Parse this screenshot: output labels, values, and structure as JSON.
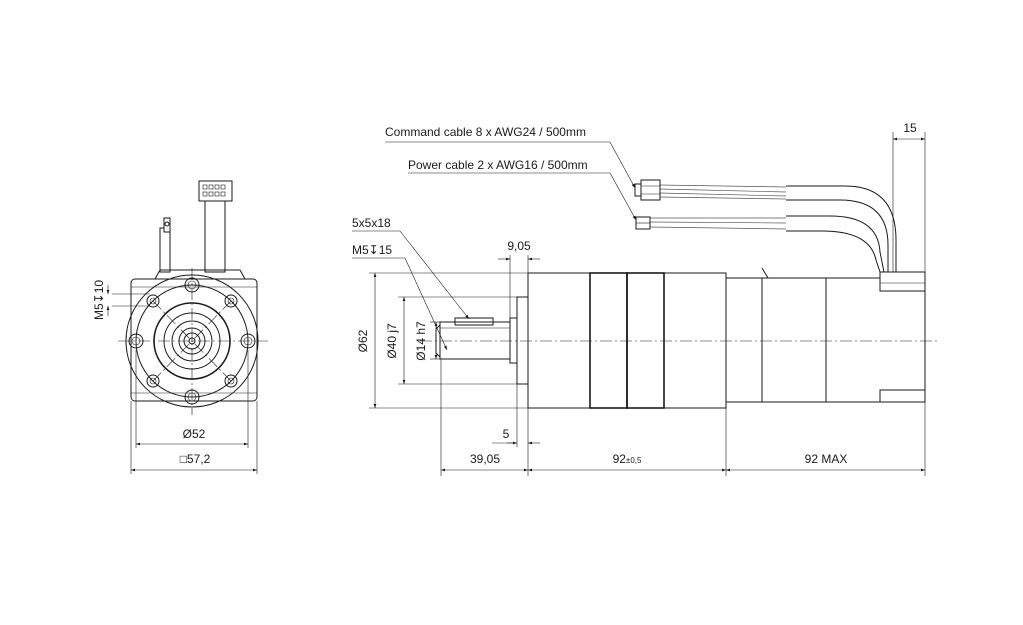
{
  "labels": {
    "command_cable": "Command cable 8 x AWG24 / 500mm",
    "power_cable": "Power cable 2 x AWG16 / 500mm",
    "key": "5x5x18",
    "thread_front": "M5↧15",
    "thread_side": "M5↧10"
  },
  "dimensions": {
    "cable_offset": "15",
    "flange_offset": "9,05",
    "d62": "Ø62",
    "d40": "Ø40 j7",
    "d14": "Ø14 h7",
    "shoulder": "5",
    "shaft_len": "39,05",
    "gear_len": "92",
    "gear_tol": "±0,5",
    "motor_len": "92 MAX",
    "pcd": "Ø52",
    "square": "□57,2"
  },
  "colors": {
    "line": "#1a1a1a",
    "background": "#ffffff"
  }
}
